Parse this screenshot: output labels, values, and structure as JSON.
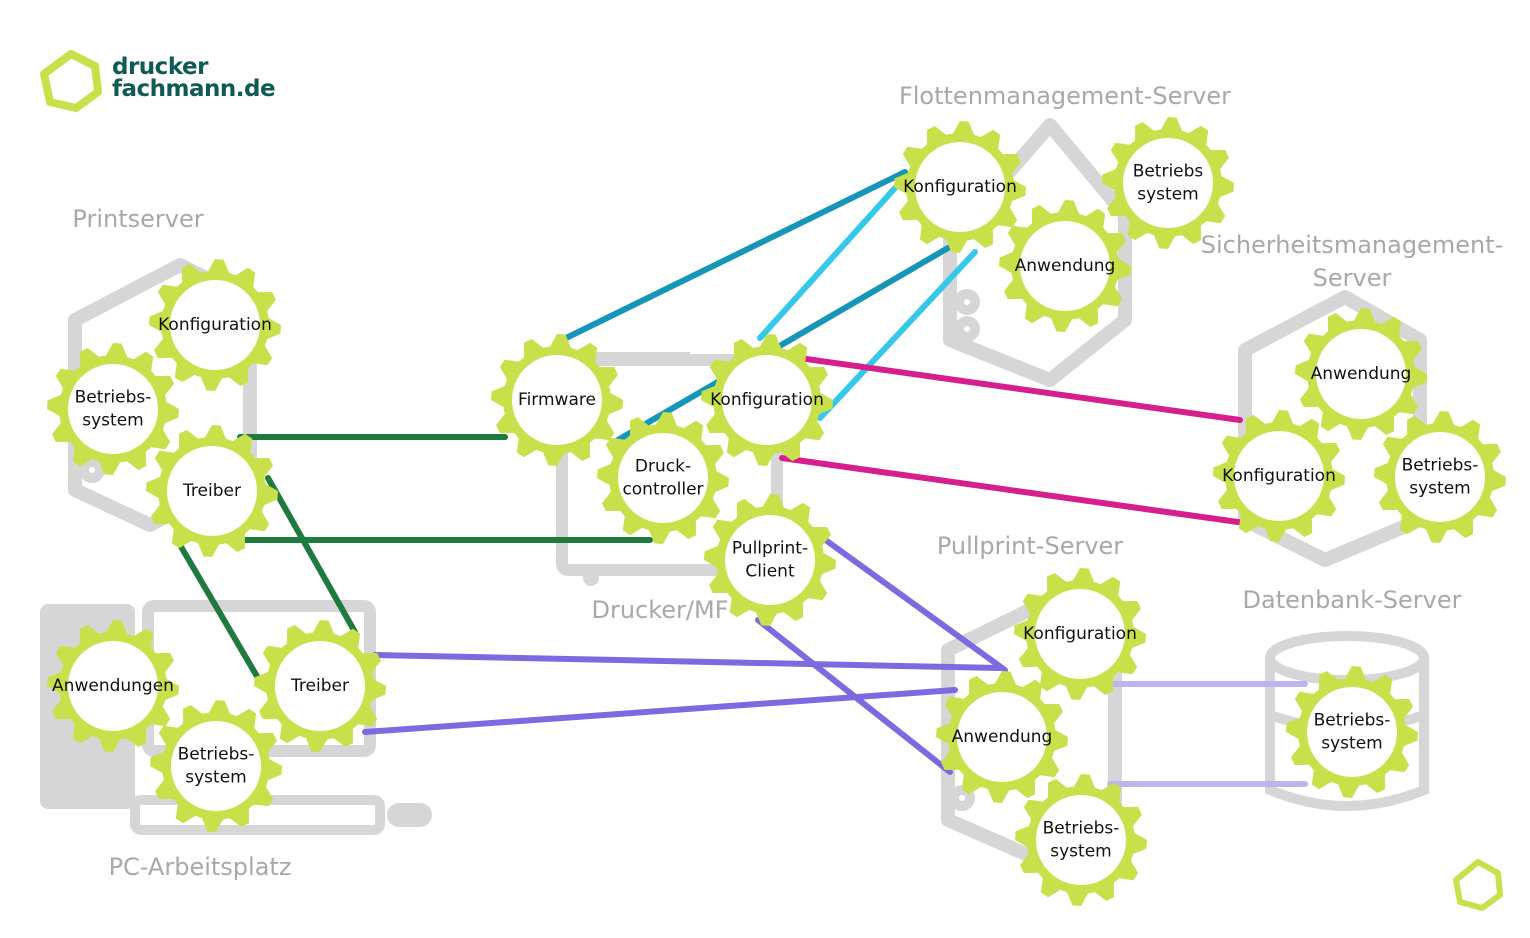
{
  "logo": {
    "line1": "drucker",
    "line2": "fachmann.de"
  },
  "colors": {
    "gear": "#c8e04a",
    "device": "#d6d6d6",
    "device_label": "#a8a8a8",
    "link_green": "#1f7a3e",
    "link_teal": "#1596b8",
    "link_cyan": "#36c8ea",
    "link_magenta": "#d41f8c",
    "link_violet": "#7d6ae0",
    "link_lavender": "#bcb4ee",
    "brand_text": "#0e5a55"
  },
  "devices": [
    {
      "id": "printserver",
      "label": [
        "Printserver"
      ]
    },
    {
      "id": "pc",
      "label": [
        "PC-Arbeitsplatz"
      ]
    },
    {
      "id": "printer",
      "label": [
        "Drucker/MF"
      ]
    },
    {
      "id": "fleet",
      "label": [
        "Flottenmanagement-Server"
      ]
    },
    {
      "id": "security",
      "label": [
        "Sicherheitsmanagement-",
        "Server"
      ]
    },
    {
      "id": "database",
      "label": [
        "Datenbank-Server"
      ]
    },
    {
      "id": "pullprint",
      "label": [
        "Pullprint-Server"
      ]
    }
  ],
  "components": [
    {
      "id": "ps_konf",
      "label": [
        "Konfiguration"
      ]
    },
    {
      "id": "ps_bs",
      "label": [
        "Betriebs-",
        "system"
      ]
    },
    {
      "id": "ps_treiber",
      "label": [
        "Treiber"
      ]
    },
    {
      "id": "pc_anw",
      "label": [
        "Anwendungen"
      ]
    },
    {
      "id": "pc_treiber",
      "label": [
        "Treiber"
      ]
    },
    {
      "id": "pc_bs",
      "label": [
        "Betriebs-",
        "system"
      ]
    },
    {
      "id": "pr_firmware",
      "label": [
        "Firmware"
      ]
    },
    {
      "id": "pr_konf",
      "label": [
        "Konfiguration"
      ]
    },
    {
      "id": "pr_druck",
      "label": [
        "Druck-",
        "controller"
      ]
    },
    {
      "id": "pr_pull",
      "label": [
        "Pullprint-",
        "Client"
      ]
    },
    {
      "id": "fl_konf",
      "label": [
        "Konfiguration"
      ]
    },
    {
      "id": "fl_bs",
      "label": [
        "Betriebs",
        "system"
      ]
    },
    {
      "id": "fl_anw",
      "label": [
        "Anwendung"
      ]
    },
    {
      "id": "sec_anw",
      "label": [
        "Anwendung"
      ]
    },
    {
      "id": "sec_konf",
      "label": [
        "Konfiguration"
      ]
    },
    {
      "id": "sec_bs",
      "label": [
        "Betriebs-",
        "system"
      ]
    },
    {
      "id": "pp_konf",
      "label": [
        "Konfiguration"
      ]
    },
    {
      "id": "pp_anw",
      "label": [
        "Anwendung"
      ]
    },
    {
      "id": "pp_bs",
      "label": [
        "Betriebs-",
        "system"
      ]
    },
    {
      "id": "db_bs",
      "label": [
        "Betriebs-",
        "system"
      ]
    }
  ],
  "links": [
    {
      "from": "ps_treiber",
      "to": "pr_firmware",
      "color": "link_green"
    },
    {
      "from": "ps_treiber",
      "to": "pr_druck",
      "color": "link_green"
    },
    {
      "from": "ps_treiber",
      "to": "pc_treiber",
      "color": "link_green"
    },
    {
      "from": "ps_treiber",
      "to": "pc_treiber",
      "color": "link_green"
    },
    {
      "from": "pr_firmware",
      "to": "fl_konf",
      "color": "link_teal"
    },
    {
      "from": "pr_konf",
      "to": "fl_konf",
      "color": "link_cyan"
    },
    {
      "from": "pr_druck",
      "to": "fl_anw",
      "color": "link_teal"
    },
    {
      "from": "pr_konf",
      "to": "fl_anw",
      "color": "link_cyan"
    },
    {
      "from": "pr_konf",
      "to": "sec_konf",
      "color": "link_magenta"
    },
    {
      "from": "pr_konf",
      "to": "sec_konf",
      "color": "link_magenta"
    },
    {
      "from": "pc_treiber",
      "to": "pp_anw",
      "color": "link_violet"
    },
    {
      "from": "pc_treiber",
      "to": "pp_anw",
      "color": "link_violet"
    },
    {
      "from": "pr_pull",
      "to": "pp_anw",
      "color": "link_violet"
    },
    {
      "from": "pr_pull",
      "to": "pp_anw",
      "color": "link_violet"
    },
    {
      "from": "pp_anw",
      "to": "db_bs",
      "color": "link_lavender"
    },
    {
      "from": "pp_anw",
      "to": "db_bs",
      "color": "link_lavender"
    }
  ]
}
